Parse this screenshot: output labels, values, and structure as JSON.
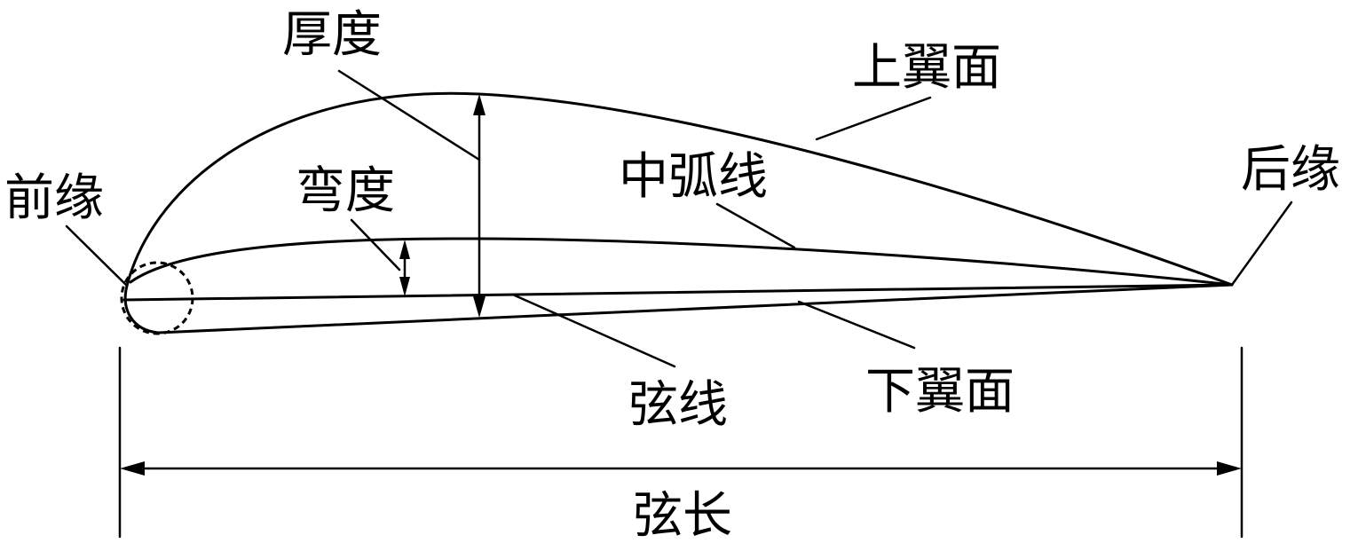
{
  "labels": {
    "thickness": "厚度",
    "upper_surface": "上翼面",
    "leading_edge": "前缘",
    "camber": "弯度",
    "camber_line": "中弧线",
    "trailing_edge": "后缘",
    "chord_line": "弦线",
    "lower_surface": "下翼面",
    "chord_length": "弦长"
  }
}
